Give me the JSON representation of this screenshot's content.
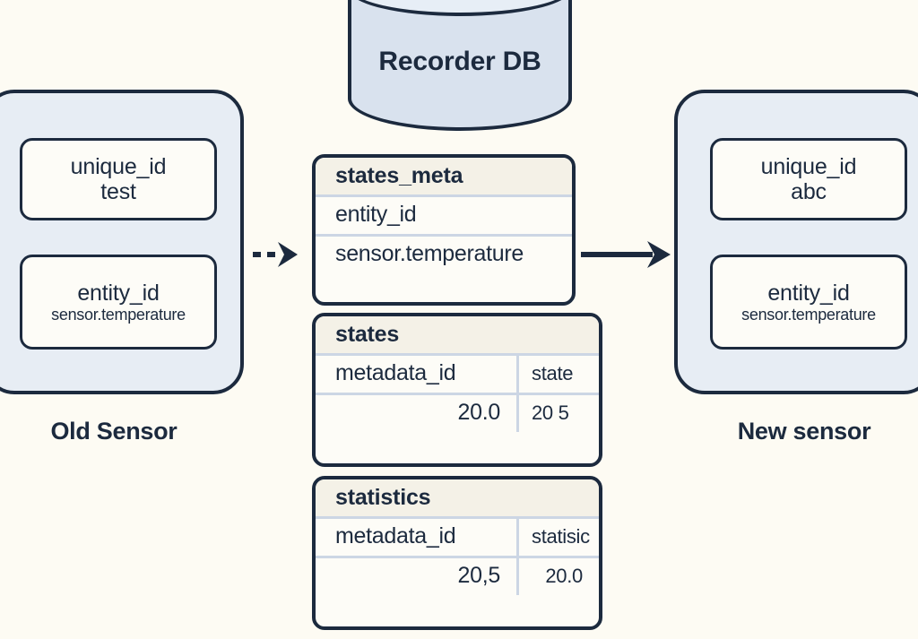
{
  "diagram": {
    "title": "Sensor unique_id migration with Recorder DB",
    "colors": {
      "background": "#fdfbf3",
      "ink": "#1c2a3e",
      "sensor_card_fill": "#e7edf4",
      "db_body_fill": "#d9e2ee",
      "db_top_fill": "#e7eef6",
      "table_header_fill": "#f4f1e7",
      "table_fill": "#fdfcf7",
      "rule": "#ccd6e4"
    }
  },
  "old_sensor": {
    "caption": "Old Sensor",
    "fields": [
      {
        "key": "unique_id",
        "value": "test",
        "value_size": "normal"
      },
      {
        "key": "entity_id",
        "value": "sensor.temperature",
        "value_size": "small"
      }
    ]
  },
  "new_sensor": {
    "caption": "New sensor",
    "fields": [
      {
        "key": "unique_id",
        "value": "abc",
        "value_size": "normal"
      },
      {
        "key": "entity_id",
        "value": "sensor.temperature",
        "value_size": "small"
      }
    ]
  },
  "database": {
    "label": "Recorder DB",
    "icon": "database-cylinder-icon"
  },
  "tables": [
    {
      "name": "states_meta",
      "columns": [
        "entity_id"
      ],
      "rows": [
        [
          "sensor.temperature"
        ]
      ]
    },
    {
      "name": "states",
      "columns": [
        "metadata_id",
        "state"
      ],
      "rows": [
        [
          "20.0",
          "20 5"
        ]
      ]
    },
    {
      "name": "statistics",
      "columns": [
        "metadata_id",
        "statisic"
      ],
      "rows": [
        [
          "20,5",
          "20.0"
        ]
      ]
    }
  ],
  "arrows": [
    {
      "id": "old-to-db",
      "style": "dashed",
      "direction": "right"
    },
    {
      "id": "db-to-new",
      "style": "solid",
      "direction": "right"
    }
  ]
}
